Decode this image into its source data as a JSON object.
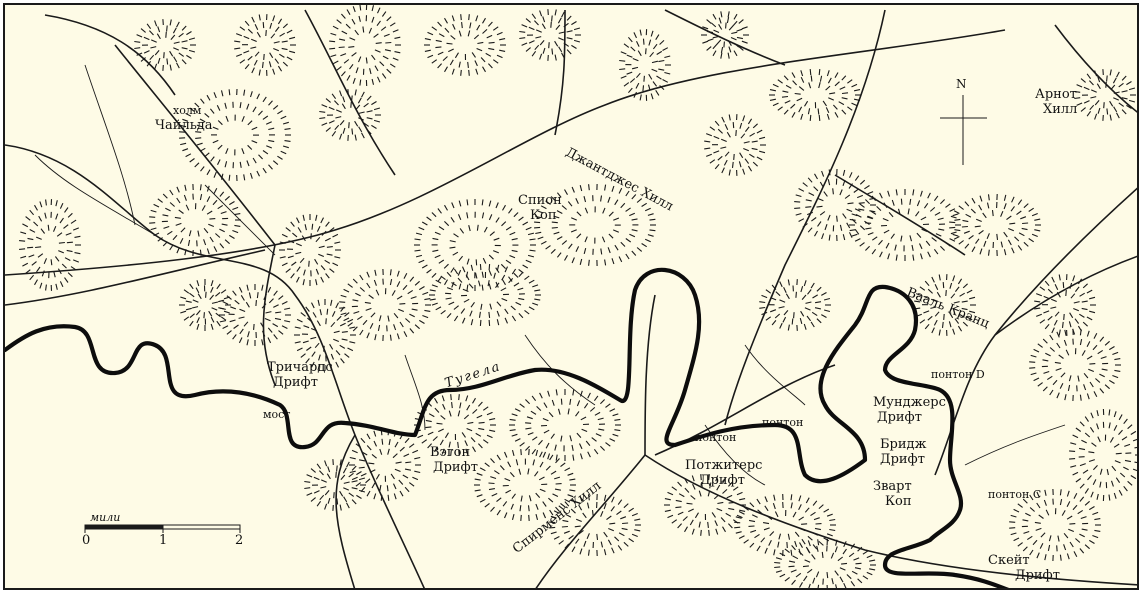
{
  "map": {
    "colors": {
      "paper": "#fefbe6",
      "ink": "#1a1a1a",
      "river": "#0d0d0d"
    },
    "labels": {
      "childs_hill_1": "холм",
      "childs_hill_2": "Чайльда",
      "spion_kop_1": "Спион",
      "spion_kop_2": "Коп",
      "twin_peaks": "Джантджес Хилл",
      "tugela": "Тугела",
      "trichards_1": "Тричардс",
      "trichards_2": "Дрифт",
      "bridge": "мост",
      "wagon_1": "Вэгон",
      "wagon_2": "Дрифт",
      "spearmans": "Спирменс Хилл",
      "potgieters_1": "Потжитерс",
      "potgieters_2": "Дрифт",
      "pontoon_1": "понтон",
      "pontoon_2": "понтон",
      "vaal_krantz": "Вааль Кранц",
      "pontoon_d": "понтон D",
      "munger_1": "Мунджерс",
      "munger_2": "Дрифт",
      "bridge_drift_1": "Бридж",
      "bridge_drift_2": "Дрифт",
      "zwart_kop_1": "Зварт",
      "zwart_kop_2": "Коп",
      "pontoon_c": "понтон C",
      "skiet_1": "Скейт",
      "skiet_2": "Дрифт",
      "arnot_1": "Арнот",
      "arnot_2": "Хилл",
      "north": "N"
    },
    "scale": {
      "label": "мили",
      "ticks": [
        "0",
        "1",
        "2"
      ]
    }
  }
}
